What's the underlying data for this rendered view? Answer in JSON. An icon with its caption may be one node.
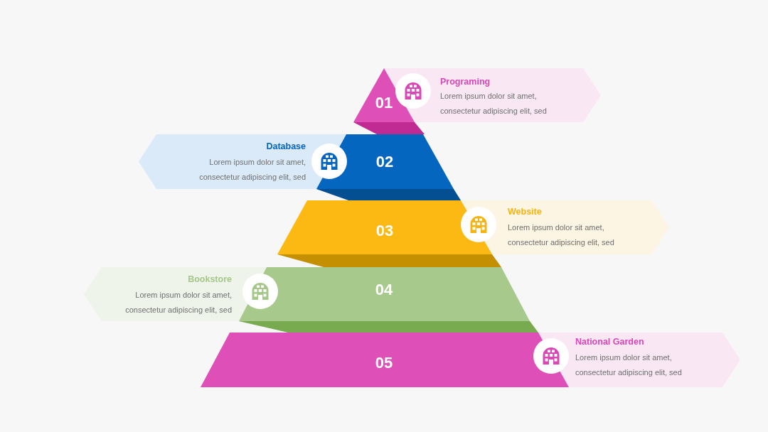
{
  "diagram": {
    "nodes": [
      {
        "text": [
          "01"
        ]
      },
      {
        "text": [
          "Programing",
          "Lorem ipsum dolor sit amet, consectetur adipiscing elit, sed"
        ]
      },
      {
        "text": [
          "Database",
          "Lorem ipsum dolor sit amet, consectetur adipiscing elit, sed"
        ]
      },
      {
        "text": [
          "02"
        ]
      },
      {
        "text": [
          "03"
        ]
      },
      {
        "text": [
          "Website",
          "Lorem ipsum dolor sit amet, consectetur adipiscing elit, sed"
        ]
      },
      {
        "text": [
          "Bookstore",
          "Lorem ipsum dolor sit amet, consectetur adipiscing elit, sed"
        ]
      },
      {
        "text": [
          "04"
        ]
      },
      {
        "text": [
          "05"
        ]
      },
      {
        "text": [
          "National Garden",
          "Lorem ipsum dolor sit amet, consectetur adipiscing elit, sed"
        ]
      }
    ]
  }
}
